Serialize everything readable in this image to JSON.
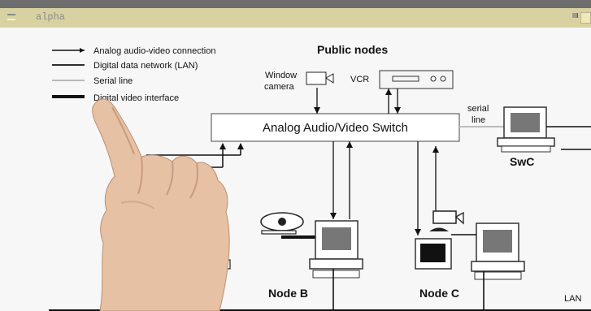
{
  "window": {
    "title": "alpha"
  },
  "diagram": {
    "legend": [
      "Analog audio-video connection",
      "Digital data network (LAN)",
      "Serial line",
      "Digital video interface"
    ],
    "public_nodes_label": "Public nodes",
    "window_camera_label_line1": "Window",
    "window_camera_label_line2": "camera",
    "vcr_label": "VCR",
    "switch_label": "Analog Audio/Video Switch",
    "serial_line_label_line1": "serial",
    "serial_line_label_line2": "line",
    "swc_label": "SwC",
    "node_b_label": "Node B",
    "node_c_label": "Node C",
    "lan_label": "LAN"
  }
}
